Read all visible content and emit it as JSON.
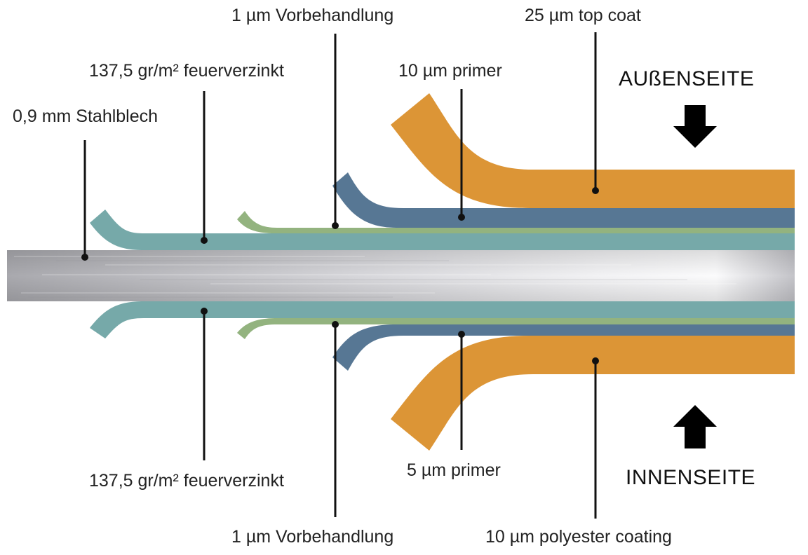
{
  "labels": {
    "steel": "0,9 mm Stahlblech",
    "zinc_top": "137,5 gr/m² feuerverzinkt",
    "zinc_bottom": "137,5 gr/m² feuerverzinkt",
    "pretreat_top": "1 µm Vorbehandlung",
    "pretreat_bottom": "1 µm Vorbehandlung",
    "primer_top": "10 µm primer",
    "primer_bottom": "5 µm primer",
    "topcoat": "25 µm top coat",
    "polyester": "10 µm polyester coating"
  },
  "sides": {
    "outer": "AUßENSEITE",
    "inner": "INNENSEITE"
  },
  "arrows": {
    "outer": "arrow-down-icon",
    "inner": "arrow-up-icon"
  },
  "colors": {
    "steel": "#d4d4d8",
    "zinc": "#76a9a9",
    "pretreatment": "#93b37f",
    "primer": "#577794",
    "topcoat": "#dc9536",
    "leader": "#111111"
  }
}
